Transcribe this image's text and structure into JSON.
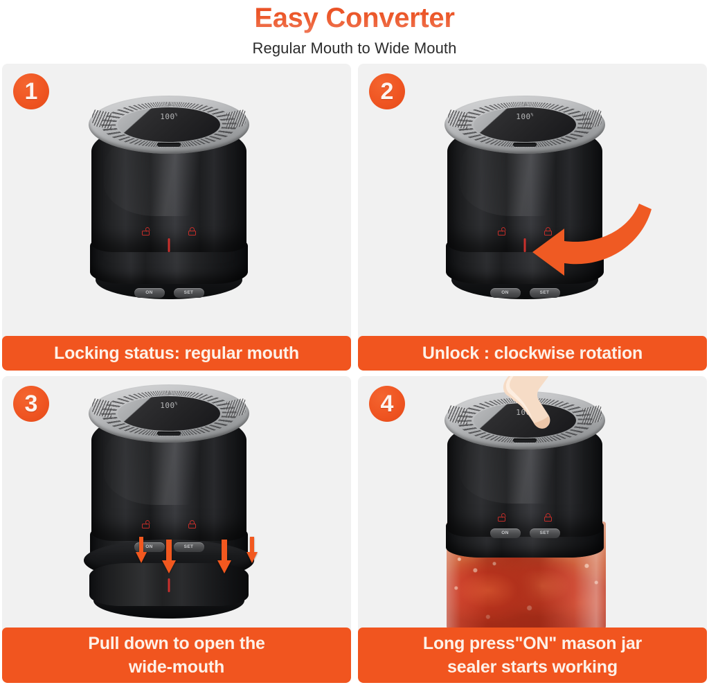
{
  "header": {
    "title": "Easy Converter",
    "subtitle": "Regular Mouth to Wide Mouth",
    "title_color": "#ea4f20",
    "subtitle_color": "#2b2b2b"
  },
  "theme": {
    "accent": "#f1551f",
    "badge_color": "#ef5522",
    "caption_text": "#fdf1e8",
    "panel_bg": "#f1f1f1",
    "page_bg": "#ffffff",
    "lock_indicator": "#c9302c"
  },
  "device": {
    "display_value": "100",
    "display_unit": "%",
    "button_left_label": "ON",
    "button_right_label": "SET",
    "lock_open_icon": "unlock-icon",
    "lock_closed_icon": "lock-icon"
  },
  "panels": [
    {
      "number": "1",
      "caption": "Locking status: regular mouth",
      "caption_lines": [
        "Locking status: regular mouth"
      ],
      "annotation": "none",
      "state": "locked-regular-mouth"
    },
    {
      "number": "2",
      "caption": "Unlock : clockwise rotation",
      "caption_lines": [
        "Unlock : clockwise rotation"
      ],
      "annotation": "curved-rotation-arrow",
      "state": "rotating-unlock"
    },
    {
      "number": "3",
      "caption": "Pull down to open the wide-mouth",
      "caption_lines": [
        "Pull down to open the",
        "wide-mouth"
      ],
      "annotation": "four-down-arrows",
      "state": "base-ring-detached"
    },
    {
      "number": "4",
      "caption": "Long press\"ON\" mason jar sealer starts working",
      "caption_lines": [
        "Long press\"ON\" mason jar",
        "sealer starts working"
      ],
      "annotation": "finger-pressing-button",
      "state": "sealing-mason-jar-with-strawberries"
    }
  ]
}
